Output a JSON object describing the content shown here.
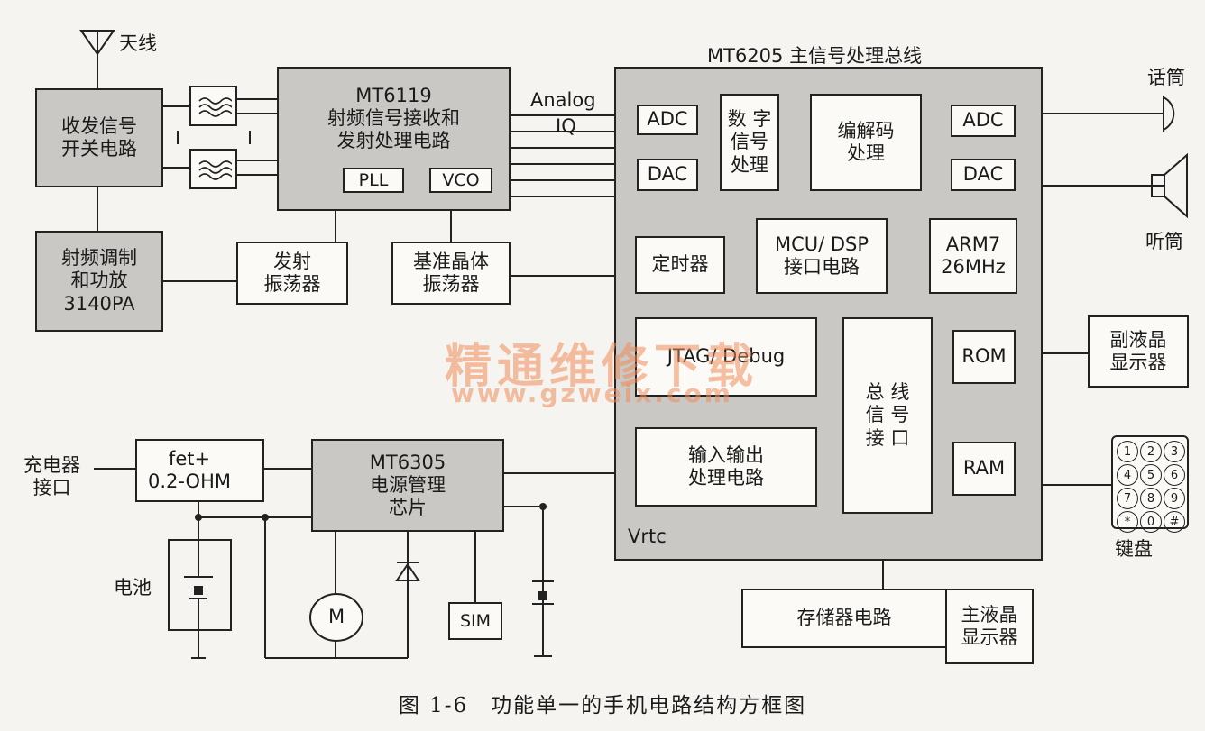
{
  "bus_title": "MT6205 主信号处理总线",
  "antenna_label": "天线",
  "switch_circuit": "收发信号\n开关电路",
  "rf_modulation": "射频调制\n和功放\n3140PA",
  "rf_chip": {
    "name": "MT6119",
    "desc": "射频信号接收和\n发射处理电路",
    "pll": "PLL",
    "vco": "VCO"
  },
  "tx_oscillator": "发射\n振荡器",
  "ref_oscillator": "基准晶体\n振荡器",
  "analog_label": "Analog",
  "iq_label": "IQ",
  "adc_left": "ADC",
  "dac_left": "DAC",
  "digital_proc": "数 字\n信号\n处理",
  "codec": "编解码\n处理",
  "adc_right": "ADC",
  "dac_right": "DAC",
  "timer": "定时器",
  "mcu_dsp": "MCU/ DSP\n接口电路",
  "arm7": "ARM7\n26MHz",
  "jtag": "JTAG/ Debug",
  "bus_interface": "总 线\n信 号\n接 口",
  "rom": "ROM",
  "ram": "RAM",
  "io_circuit": "输入输出\n处理电路",
  "vrtc": "Vrtc",
  "microphone_label": "话筒",
  "earpiece_label": "听筒",
  "sub_lcd": "副液晶\n显示器",
  "keyboard_label": "键盘",
  "keypad_keys": [
    "1",
    "2",
    "3",
    "4",
    "5",
    "6",
    "7",
    "8",
    "9",
    "*",
    "0",
    "#"
  ],
  "storage": "存储器电路",
  "main_lcd": "主液晶\n显示器",
  "charger_label": "充电器\n接口",
  "fet": "fet+\n0.2-OHM",
  "pmic": {
    "name": "MT6305",
    "desc": "电源管理\n芯片"
  },
  "battery_label": "电池",
  "motor": "M",
  "sim": "SIM",
  "watermark": "精通维修下载",
  "watermark_url": "www.gzweix.com",
  "caption": "图 1-6　功能单一的手机电路结构方框图"
}
